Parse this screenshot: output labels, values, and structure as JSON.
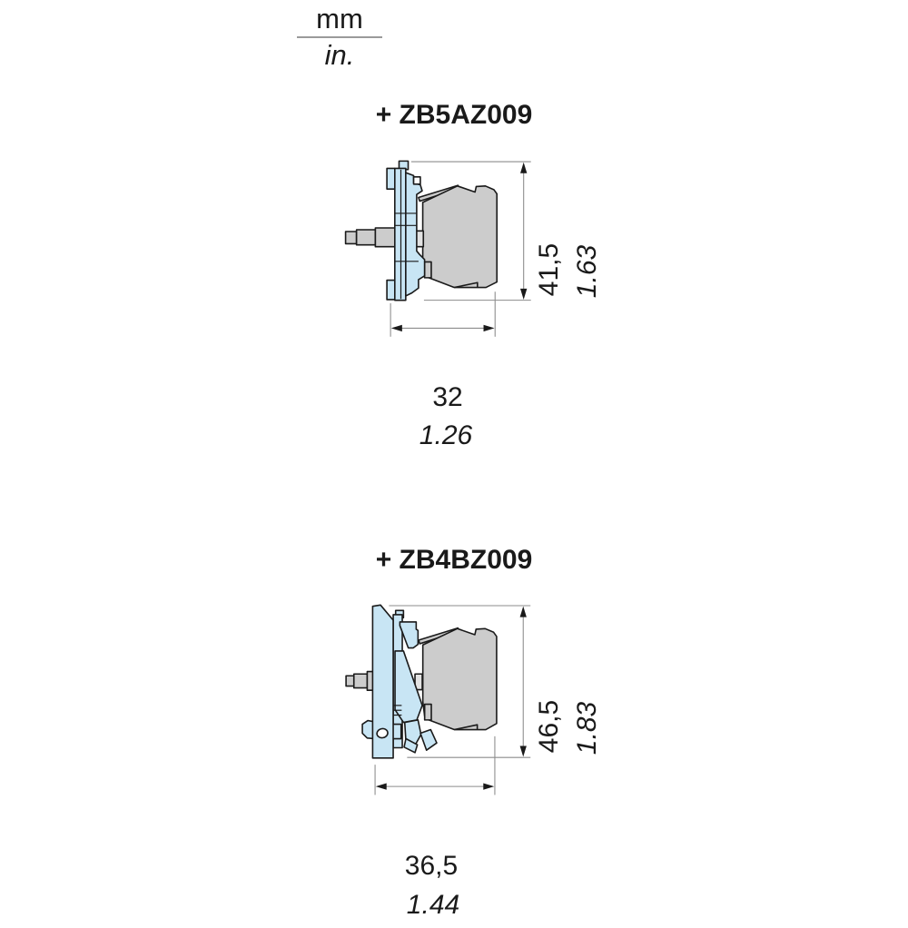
{
  "legend": {
    "numerator": "mm",
    "denominator": "in."
  },
  "figures": [
    {
      "title": "+ ZB5AZ009",
      "height": {
        "mm": "41,5",
        "in": "1.63"
      },
      "width": {
        "mm": "32",
        "in": "1.26"
      }
    },
    {
      "title": "+ ZB4BZ009",
      "height": {
        "mm": "46,5",
        "in": "1.83"
      },
      "width": {
        "mm": "36,5",
        "in": "1.44"
      }
    }
  ],
  "colors": {
    "part_blue": "#c8e5f4",
    "part_gray": "#cccccc",
    "outline": "#1a1a1a",
    "dimension_line": "#8c8c8c",
    "text": "#1a1a1a",
    "background": "#ffffff"
  }
}
